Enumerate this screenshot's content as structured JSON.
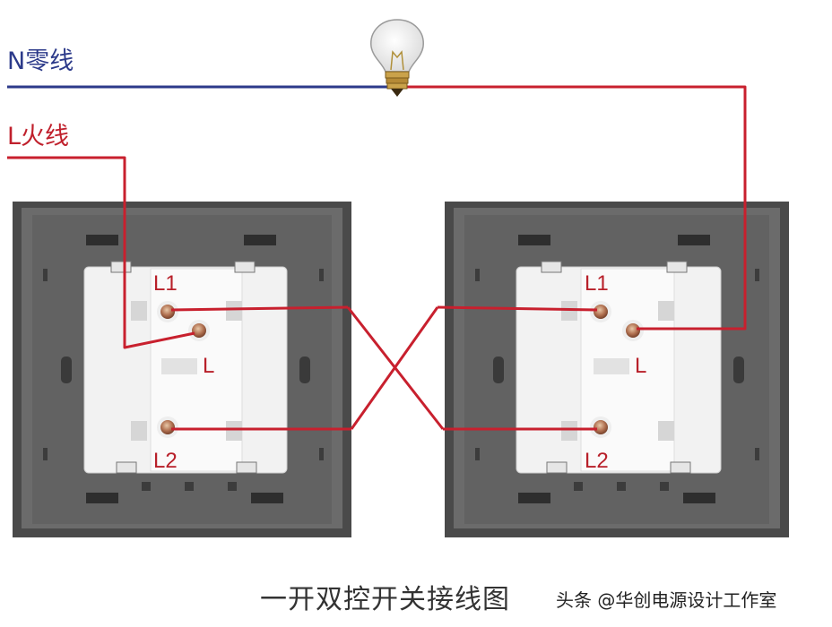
{
  "labels": {
    "neutral": "N零线",
    "live": "L火线",
    "caption": "一开双控开关接线图",
    "watermark": "头条 @华创电源设计工作室"
  },
  "terminals": {
    "l1": "L1",
    "l": "L",
    "l2": "L2"
  },
  "icons": {
    "lamp": "light-bulb-icon"
  },
  "colors": {
    "neutral_wire": "#2c3a8a",
    "live_wire": "#c8202e",
    "label_text": "#c0202c",
    "switch_frame": "#5b5b5b",
    "switch_module": "#f2f2f2"
  }
}
